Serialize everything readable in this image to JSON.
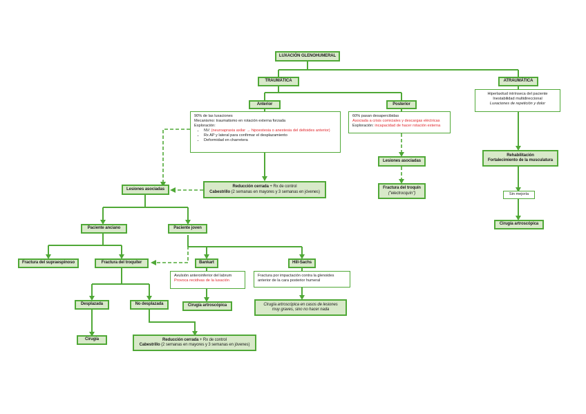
{
  "root": "LUXACIÓN GLENOHUMERAL",
  "traumatica": {
    "label": "TRAUMÁTICA",
    "anterior": {
      "label": "Anterior",
      "details": {
        "line1": "90% de las luxaciones",
        "line2": "Mecanismo: traumatismo en rotación externa forzada",
        "line3": "Exploración:",
        "b1_pre": "NV: ",
        "b1_red": "(neuroapraxia axilar → hipoestesia o anestesia del deltoides anterior)",
        "b2": "Rx AP y lateral para confirmar el desplazamiento",
        "b3": "Deformidad en charretera"
      },
      "treatment": {
        "bold1": "Reducción cerrada",
        "rest1": " + Rx de control",
        "bold2": "Cabestrillo",
        "rest2": " (2 semanas en mayores y 3 semanas en jóvenes)"
      },
      "lesiones": "Lesiones asociadas",
      "anciano": {
        "label": "Paciente anciano",
        "supraespinoso": "Fractura del supraespinoso",
        "troquiter": {
          "label": "Fractura del troquíter",
          "desplazada": "Desplazada",
          "cirugia": "Cirugía",
          "no_desplazada": "No desplazada",
          "treatment": {
            "bold1": "Reducción cerrada",
            "rest1": " + Rx de control",
            "bold2": "Cabestrillo",
            "rest2": " (2 semanas en mayores y 3 semanas en jóvenes)"
          }
        }
      },
      "joven": {
        "label": "Paciente joven",
        "bankart": {
          "label": "Bankart",
          "line1": "Avulsión anteroinferior del labrum",
          "line2_red": "Provoca recidivas de la luxación",
          "treatment": "Cirugía artroscópica"
        },
        "hillsachs": {
          "label": "Hill-Sachs",
          "line1": "Fractura por impactación contra la glenoides",
          "line2": "anterior de la cara posterior humeral",
          "note1": "Cirugía artroscópica en casos de lesiones",
          "note2": "muy graves, sino no hacer nada"
        }
      }
    },
    "posterior": {
      "label": "Posterior",
      "line1": "60% pasan desapercibidas",
      "line2_red": "Asociada a crisis comiciales y descargas eléctricas",
      "line3_pre": "Exploración: ",
      "line3_red": "incapacidad de hacer rotación externa",
      "lesiones": "Lesiones asociadas",
      "fractura1": "Fractura del troquín",
      "fractura2": "(\"electrocquín\")"
    }
  },
  "atraumatica": {
    "label": "ATRAUMÁTICA",
    "line1": "Hiperlaxitud intrínseca del paciente",
    "line2": "Inestabilidad multidireccional",
    "line3": "Luxaciones de repetición y dolor",
    "rehab1": "Rehabilitación",
    "rehab2": "Fortalecimiento de la musculatura",
    "sin_mejoria": "Sin mejoría",
    "cirugia": "Cirugía artroscópica"
  },
  "colors": {
    "border": "#4fa836",
    "fill": "#d8e9c9",
    "line": "#4fa836",
    "warning_text": "#e0252a"
  }
}
